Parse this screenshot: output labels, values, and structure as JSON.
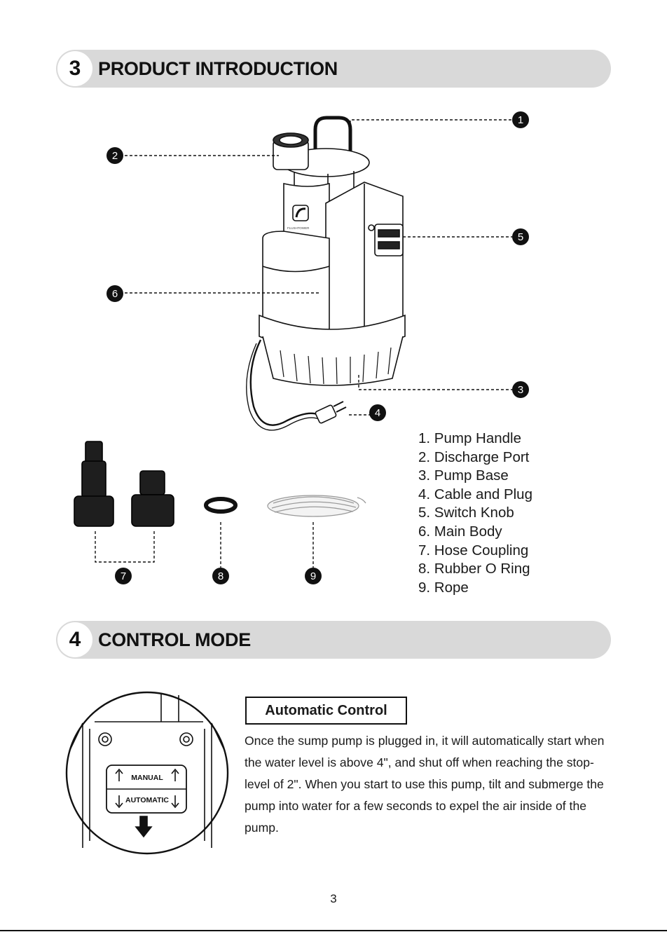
{
  "section3": {
    "number": "3",
    "title": "PRODUCT INTRODUCTION"
  },
  "section4": {
    "number": "4",
    "title": "CONTROL MODE"
  },
  "callouts": [
    "1",
    "2",
    "3",
    "4",
    "5",
    "6",
    "7",
    "8",
    "9"
  ],
  "parts": [
    "1. Pump Handle",
    "2. Discharge Port",
    "3. Pump Base",
    "4. Cable and Plug",
    "5. Switch Knob",
    "6. Main Body",
    "7. Hose Coupling",
    "8. Rubber O Ring",
    "9. Rope"
  ],
  "pump_brand": "FLUSHTOWER",
  "switch_labels": {
    "manual": "MANUAL",
    "automatic": "AUTOMATIC"
  },
  "automatic_control": {
    "heading": "Automatic Control",
    "body": "Once the sump pump is plugged in, it will automatically start when the water level is above 4\", and shut off when reaching the stop-level of 2\". When you start to use this pump, tilt and submerge the pump into water for a few seconds to expel the air inside of the pump."
  },
  "page_number": "3",
  "icons": [
    "pump-illustration",
    "hose-coupling-icon",
    "o-ring-icon",
    "rope-icon",
    "switch-closeup-icon",
    "down-arrow-icon"
  ]
}
